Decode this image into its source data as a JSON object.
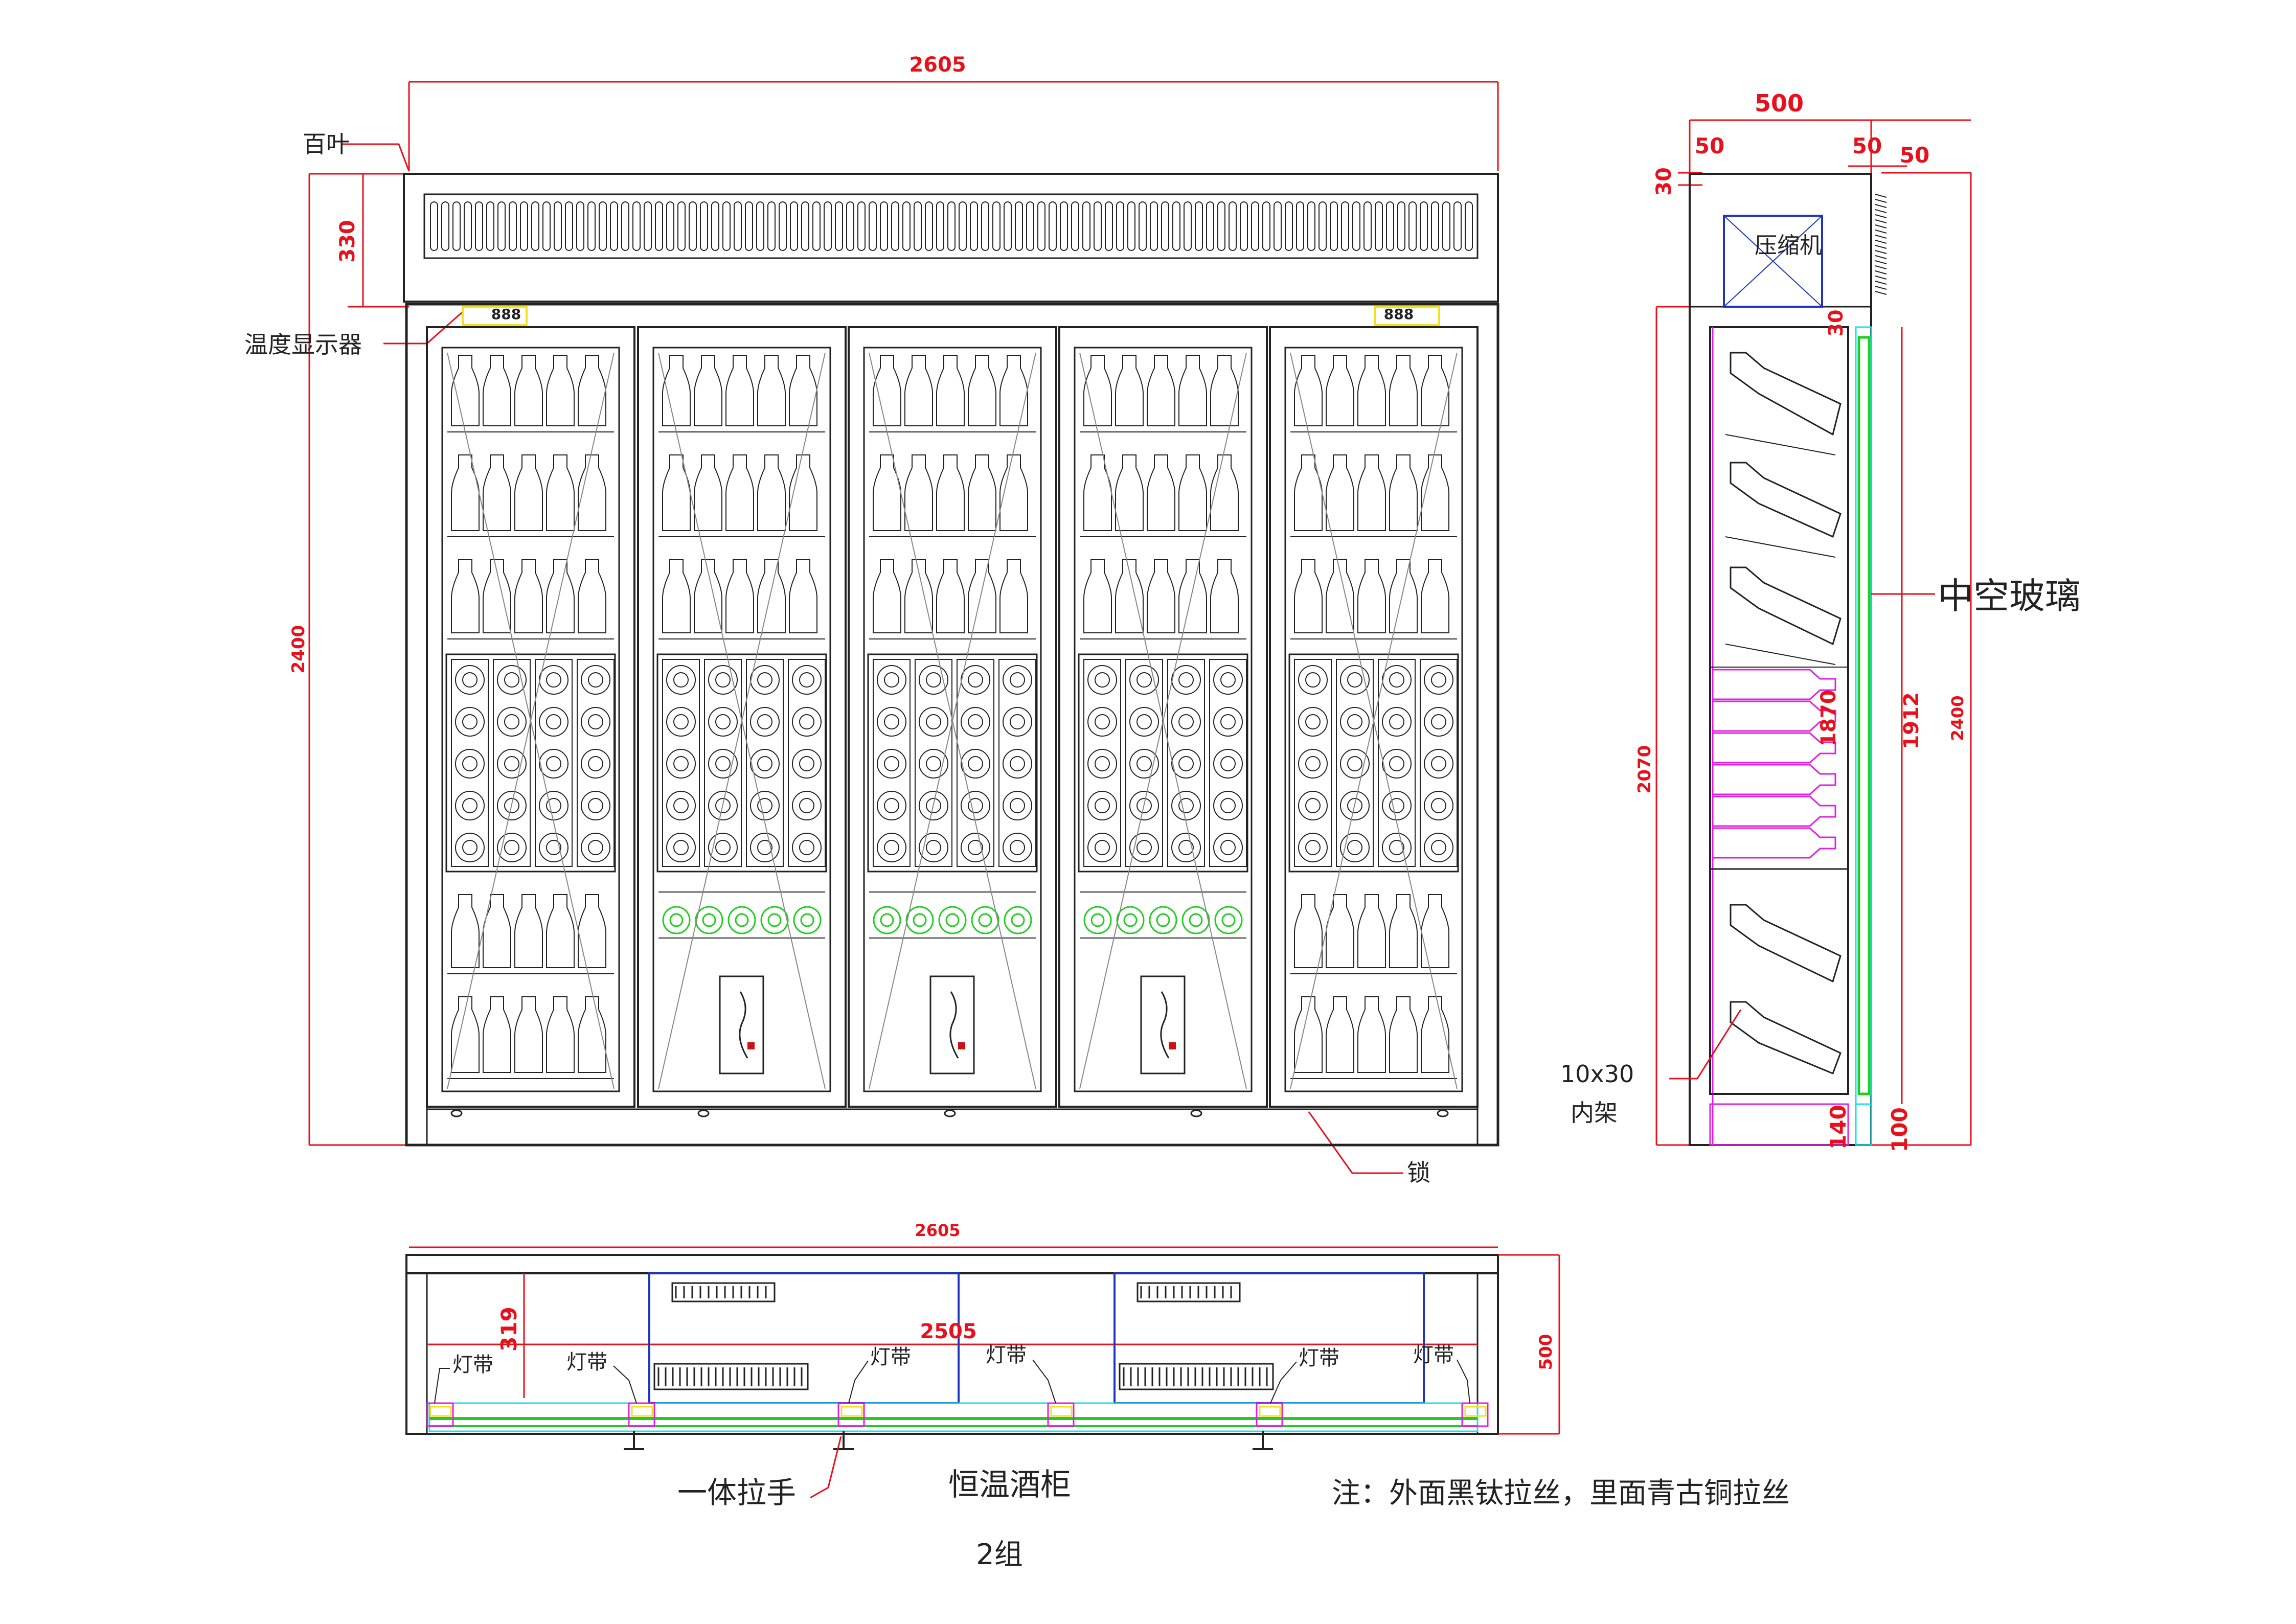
{
  "colors": {
    "dimension": "#e8101a",
    "outline": "#222222",
    "glass_green": "#22cc22",
    "cyan": "#19e0e8",
    "magenta": "#e020e0",
    "blue_box": "#1f35c0",
    "yellow": "#f2e21e"
  },
  "front": {
    "dim_width": "2605",
    "dim_height": "2400",
    "dim_louver": "330",
    "label_louver": "百叶",
    "label_temp_display": "温度显示器",
    "label_lock": "锁",
    "display_readout": "888"
  },
  "side": {
    "dim_depth": "500",
    "dim_left_offset": "50",
    "dim_right_offset_a": "50",
    "dim_right_offset_b": "50",
    "dim_top": "30",
    "dim_inner_top": "30",
    "dim_cabinet_height": "2070",
    "dim_glass_height": "1912",
    "dim_total_height": "2400",
    "dim_rack": "1870",
    "dim_bottom_a": "140",
    "dim_bottom_b": "100",
    "label_compressor": "压缩机",
    "label_glass": "中空玻璃",
    "label_rack_size": "10x30",
    "label_rack": "内架"
  },
  "plan": {
    "dim_width": "2605",
    "dim_inner_width": "2505",
    "dim_depth": "500",
    "dim_inner_depth": "319",
    "light_strip": "灯带",
    "label_handle": "一体拉手"
  },
  "footer": {
    "title": "恒温酒柜",
    "groups": "2组",
    "note": "注：外面黑钛拉丝，里面青古铜拉丝"
  }
}
